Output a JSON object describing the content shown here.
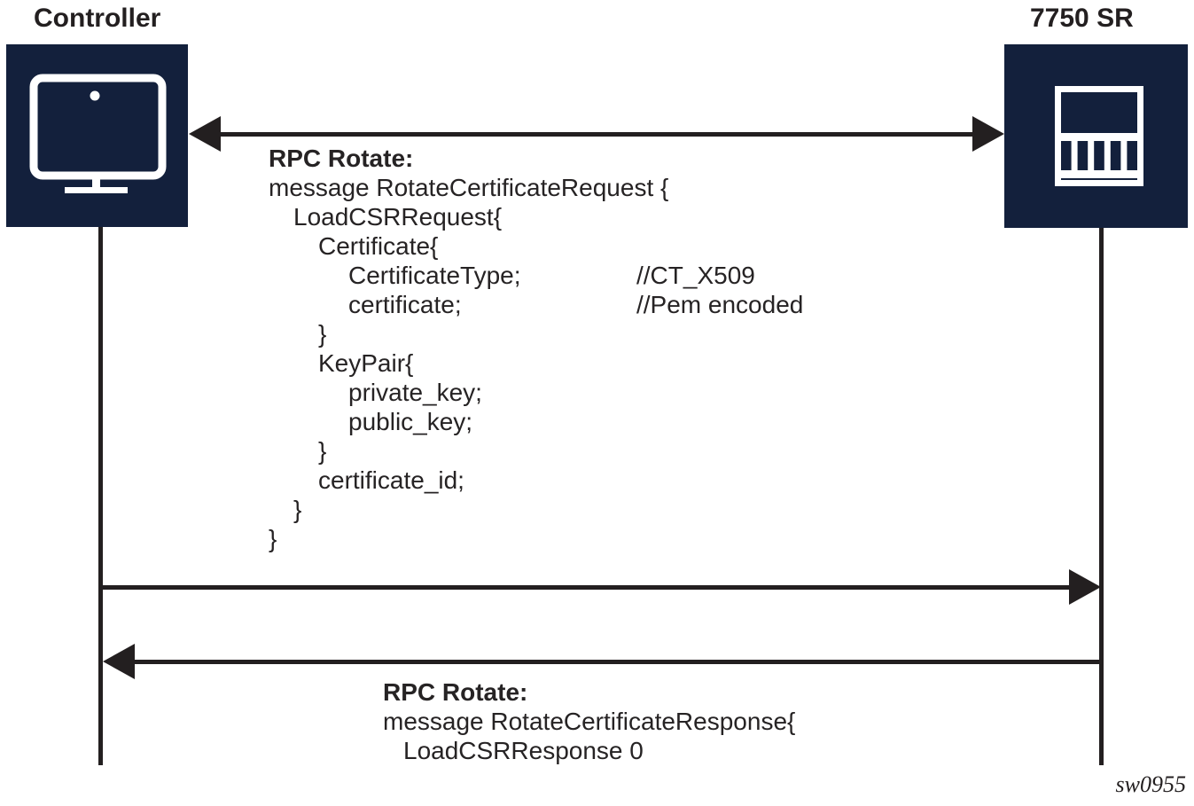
{
  "actors": {
    "controller": {
      "label": "Controller",
      "icon": "monitor-icon"
    },
    "router": {
      "label": "7750 SR",
      "icon": "router-chassis-icon"
    }
  },
  "messages": {
    "request": {
      "title": "RPC Rotate:",
      "lines": [
        {
          "code": "message RotateCertificateRequest {"
        },
        {
          "code": "LoadCSRRequest{"
        },
        {
          "code": "Certificate{"
        },
        {
          "code": "CertificateType;",
          "comment": "//CT_X509"
        },
        {
          "code": "certificate;",
          "comment": "//Pem encoded"
        },
        {
          "code": "}"
        },
        {
          "code": "KeyPair{"
        },
        {
          "code": "private_key;"
        },
        {
          "code": "public_key;"
        },
        {
          "code": "}"
        },
        {
          "code": "certificate_id;"
        },
        {
          "code": "}"
        },
        {
          "code": "}"
        }
      ]
    },
    "response": {
      "title": "RPC Rotate:",
      "lines": [
        {
          "code": "message RotateCertificateResponse{"
        },
        {
          "code": "LoadCSRResponse 0"
        }
      ]
    }
  },
  "figure_id": "sw0955",
  "colors": {
    "node_fill": "#13203c",
    "stroke": "#231f20",
    "icon": "#ffffff"
  }
}
